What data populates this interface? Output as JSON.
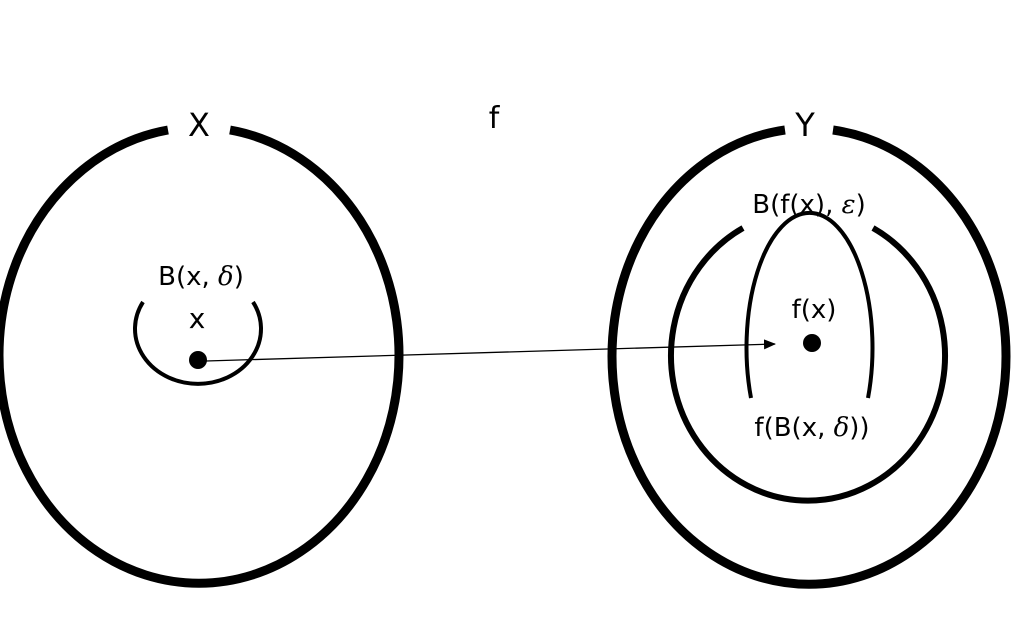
{
  "labels": {
    "set_x": "X",
    "set_y": "Y",
    "map": "f",
    "point_x": "x",
    "point_fx": "f(x)",
    "ball_delta_prefix": "B(x, ",
    "ball_delta_greek": "δ",
    "ball_delta_suffix": ")",
    "ball_epsilon_prefix": "B(f(x), ",
    "ball_epsilon_greek": "ε",
    "ball_epsilon_suffix": ")",
    "image_prefix": "f(B(x, ",
    "image_greek": "δ",
    "image_suffix": "))"
  },
  "colors": {
    "ink": "#000000",
    "background": "#ffffff"
  }
}
